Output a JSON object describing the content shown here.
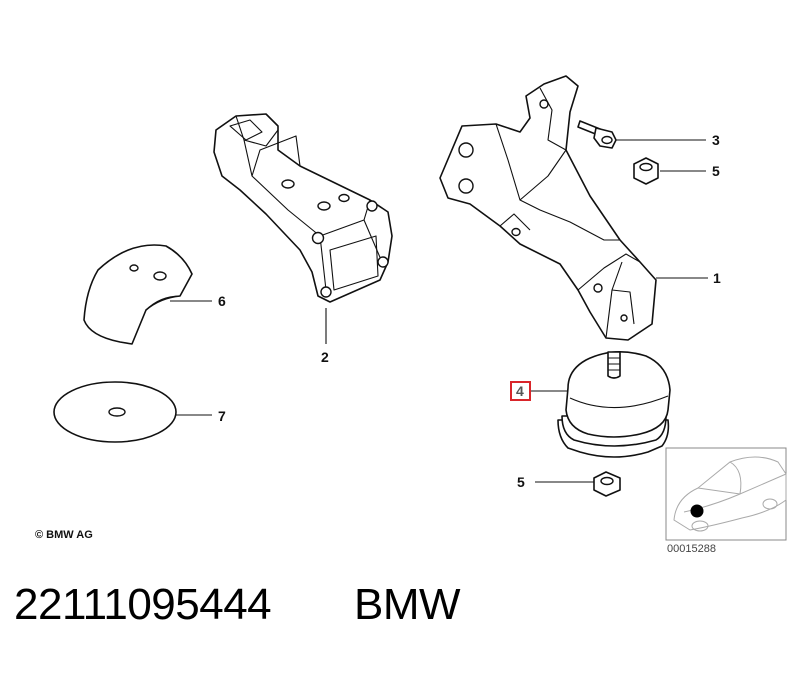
{
  "diagram": {
    "callouts": [
      {
        "id": "1",
        "label": "1"
      },
      {
        "id": "2",
        "label": "2"
      },
      {
        "id": "3",
        "label": "3"
      },
      {
        "id": "4",
        "label": "4",
        "highlight_color": "#d9252a"
      },
      {
        "id": "5a",
        "label": "5"
      },
      {
        "id": "5b",
        "label": "5"
      },
      {
        "id": "6",
        "label": "6"
      },
      {
        "id": "7",
        "label": "7"
      }
    ],
    "copyright": "© BMW AG",
    "thumbnail_code": "00015288"
  },
  "caption": {
    "part_number": "22111095444",
    "brand": "BMW"
  },
  "colors": {
    "line": "#111111",
    "highlight": "#d9252a",
    "background": "#ffffff"
  }
}
